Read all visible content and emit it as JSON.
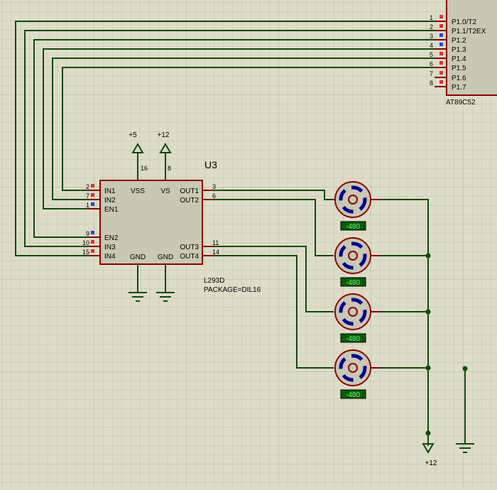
{
  "mcu": {
    "ref": "AT89C52",
    "pins": [
      {
        "num": "1",
        "name": "P1.0/T2"
      },
      {
        "num": "2",
        "name": "P1.1/T2EX"
      },
      {
        "num": "3",
        "name": "P1.2"
      },
      {
        "num": "4",
        "name": "P1.3"
      },
      {
        "num": "5",
        "name": "P1.4"
      },
      {
        "num": "6",
        "name": "P1.5"
      },
      {
        "num": "7",
        "name": "P1.6"
      },
      {
        "num": "8",
        "name": "P1.7"
      }
    ]
  },
  "driver": {
    "ref": "U3",
    "part": "L293D",
    "package": "PACKAGE=DIL16",
    "left_pins": [
      {
        "num": "2",
        "name": "IN1"
      },
      {
        "num": "7",
        "name": "IN2"
      },
      {
        "num": "1",
        "name": "EN1"
      },
      {
        "num": "9",
        "name": "EN2"
      },
      {
        "num": "10",
        "name": "IN3"
      },
      {
        "num": "15",
        "name": "IN4"
      }
    ],
    "right_pins": [
      {
        "num": "3",
        "name": "OUT1"
      },
      {
        "num": "6",
        "name": "OUT2"
      },
      {
        "num": "11",
        "name": "OUT3"
      },
      {
        "num": "14",
        "name": "OUT4"
      }
    ],
    "top_pins": [
      {
        "num": "16",
        "name": "VSS"
      },
      {
        "num": "8",
        "name": "VS"
      }
    ],
    "bottom_pins": [
      {
        "name": "GND"
      },
      {
        "name": "GND"
      }
    ]
  },
  "power": {
    "vss": "+5",
    "vs": "+12",
    "motor_supply": "+12"
  },
  "motors": [
    {
      "reading": "-480"
    },
    {
      "reading": "-480"
    },
    {
      "reading": "-480"
    },
    {
      "reading": "-480"
    }
  ],
  "colors": {
    "background": "#dcdcc8",
    "wire": "#104810",
    "component_outline": "#8b0000",
    "component_fill": "#c8c8b4",
    "motor_rotor": "#00008b"
  }
}
